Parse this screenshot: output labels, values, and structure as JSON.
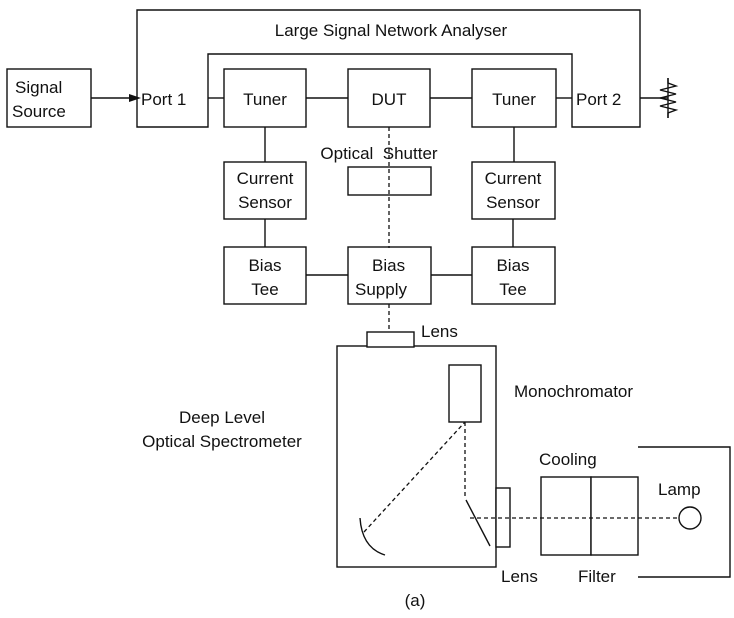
{
  "diagram": {
    "title": "Large Signal Network Analyser",
    "signal_source": [
      "Signal",
      "Source"
    ],
    "port1": "Port 1",
    "port2": "Port 2",
    "tuner_left": "Tuner",
    "dut": "DUT",
    "tuner_right": "Tuner",
    "optical_shutter": "Optical  Shutter",
    "current_sensor_left": [
      "Current",
      "Sensor"
    ],
    "current_sensor_right": [
      "Current",
      "Sensor"
    ],
    "bias_tee_left": [
      "Bias",
      "Tee"
    ],
    "bias_supply": [
      "Bias",
      "Supply"
    ],
    "bias_tee_right": [
      "Bias",
      "Tee"
    ],
    "lens_top": "Lens",
    "monochromator": "Monochromator",
    "spectrometer": [
      "Deep Level",
      "Optical Spectrometer"
    ],
    "cooling": "Cooling",
    "lamp": "Lamp",
    "lens_bottom": "Lens",
    "filter": "Filter",
    "caption": "(a)"
  }
}
